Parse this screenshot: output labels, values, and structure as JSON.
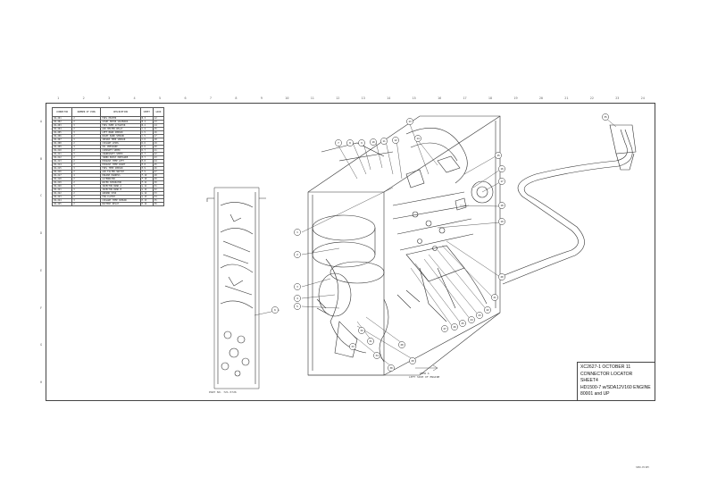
{
  "title_block": {
    "lines": [
      "XC2627-1 OCTOBER 11",
      "CONNECTOR LOCATOR",
      "SHEET4",
      "HD1500-7 w/SDA12V160 ENGINE",
      "80001 and UP"
    ]
  },
  "rulers": {
    "columns": [
      "1",
      "2",
      "3",
      "4",
      "5",
      "6",
      "7",
      "8",
      "9",
      "10",
      "11",
      "12",
      "13",
      "14",
      "15",
      "16",
      "17",
      "18",
      "19",
      "20",
      "21",
      "22",
      "23",
      "24"
    ],
    "rows": [
      "A",
      "B",
      "C",
      "D",
      "E",
      "F",
      "G",
      "H"
    ]
  },
  "parts_table": {
    "headers": [
      "CONNECTOR",
      "NUMBER OF PINS",
      "DESCRIPTION",
      "SHEET",
      "GRID"
    ],
    "rows": [
      [
        "CN-201",
        "2",
        "FUEL HEATER",
        "B-3",
        "12"
      ],
      [
        "CN-202",
        "2",
        "START MOTOR SOLENOID",
        "B-4",
        "13"
      ],
      [
        "CN-203",
        "3",
        "FUEL PUMP ACTUATOR",
        "B-4",
        "14"
      ],
      [
        "CN-204",
        "2",
        "AIR HEATER RELAY",
        "C-4",
        "15"
      ],
      [
        "CN-205",
        "3",
        "LEFT BANK SENSOR",
        "C-5",
        "16"
      ],
      [
        "CN-206",
        "2",
        "RIGHT BANK SENSOR",
        "C-5",
        "17"
      ],
      [
        "CN-207",
        "3",
        "INTAKE TEMP SENSOR",
        "C-6",
        "18"
      ],
      [
        "CN-208",
        "2",
        "COOLANT LEVEL",
        "D-6",
        "19"
      ],
      [
        "CN-209",
        "4",
        "OIL PRESSURE",
        "D-6",
        "20"
      ],
      [
        "CN-210",
        "2",
        "CAMSHAFT SPEED",
        "D-7",
        "21"
      ],
      [
        "CN-211",
        "3",
        "CRANKSHAFT SPEED",
        "D-7",
        "22"
      ],
      [
        "CN-212",
        "2",
        "TURBO BOOST PRESSURE",
        "E-7",
        "23"
      ],
      [
        "CN-213",
        "2",
        "EXHAUST TEMP LEFT",
        "E-8",
        "24"
      ],
      [
        "CN-214",
        "2",
        "EXHAUST TEMP RIGHT",
        "E-8",
        "25"
      ],
      [
        "CN-215",
        "3",
        "FUEL TEMP SENSOR",
        "E-9",
        "26"
      ],
      [
        "CN-216",
        "2",
        "AIR FILTER SWITCH",
        "F-9",
        "27"
      ],
      [
        "CN-217",
        "4",
        "ENGINE HARNESS",
        "F-10",
        "28"
      ],
      [
        "CN-218",
        "2",
        "ALTERNATOR",
        "F-10",
        "29"
      ],
      [
        "CN-219",
        "2",
        "WATER SEPARATOR",
        "F-11",
        "30"
      ],
      [
        "CN-220",
        "3",
        "INJECTOR BANK A",
        "G-11",
        "31"
      ],
      [
        "CN-221",
        "3",
        "INJECTOR BANK B",
        "G-12",
        "32"
      ],
      [
        "CN-222",
        "2",
        "GROUND STUD",
        "G-12",
        "33"
      ],
      [
        "CN-223",
        "2",
        "FAN CLUTCH",
        "G-13",
        "34"
      ],
      [
        "CN-224",
        "3",
        "COOLANT TEMP SENSOR",
        "H-13",
        "35"
      ],
      [
        "CN-225",
        "2",
        "BATTERY RELAY",
        "H-14",
        "36"
      ]
    ]
  },
  "annotations": {
    "sheet_ref": "PART NO. 721-5726",
    "view_note_1": "VIEW A",
    "view_note_2": "LEFT SIDE OF ENGINE",
    "page_ref": "SEN-ECOM"
  },
  "callouts": {
    "left_column": [
      "1",
      "2",
      "3",
      "4",
      "5",
      "6"
    ],
    "top_row": [
      "7",
      "8",
      "9",
      "10",
      "11",
      "12",
      "13",
      "14"
    ],
    "right_column": [
      "15",
      "16",
      "17",
      "18",
      "19",
      "20",
      "21",
      "22",
      "23",
      "24",
      "25",
      "26",
      "27"
    ],
    "bottom_row": [
      "28",
      "29",
      "30",
      "31",
      "32",
      "33",
      "34"
    ],
    "harness_end": "35"
  },
  "colors": {
    "line": "#333333",
    "frame": "#444444",
    "background": "#ffffff"
  }
}
